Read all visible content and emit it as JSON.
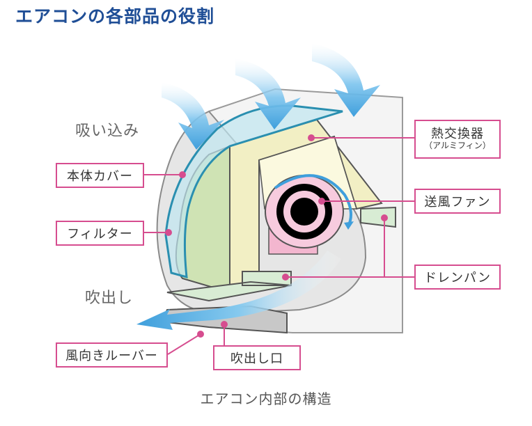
{
  "title": "エアコンの各部品の役割",
  "flow": {
    "intake": "吸い込み",
    "outlet": "吹出し"
  },
  "labels": {
    "heat_exchanger": "熱交換器",
    "heat_exchanger_sub": "（アルミフィン）",
    "body_cover": "本体カバー",
    "fan": "送風ファン",
    "filter": "フィルター",
    "drain_pan": "ドレンパン",
    "louver": "風向きルーバー",
    "outlet_port": "吹出し口"
  },
  "caption": "エアコン内部の構造",
  "colors": {
    "title": "#1f4e96",
    "leader": "#d64d8f",
    "airflow": "#4aa8e0",
    "heat_exchanger": "#f2efc4",
    "filter": "#cfe3b4",
    "cover": "#6ec1d8",
    "fan_pink": "#f3b6cf"
  }
}
